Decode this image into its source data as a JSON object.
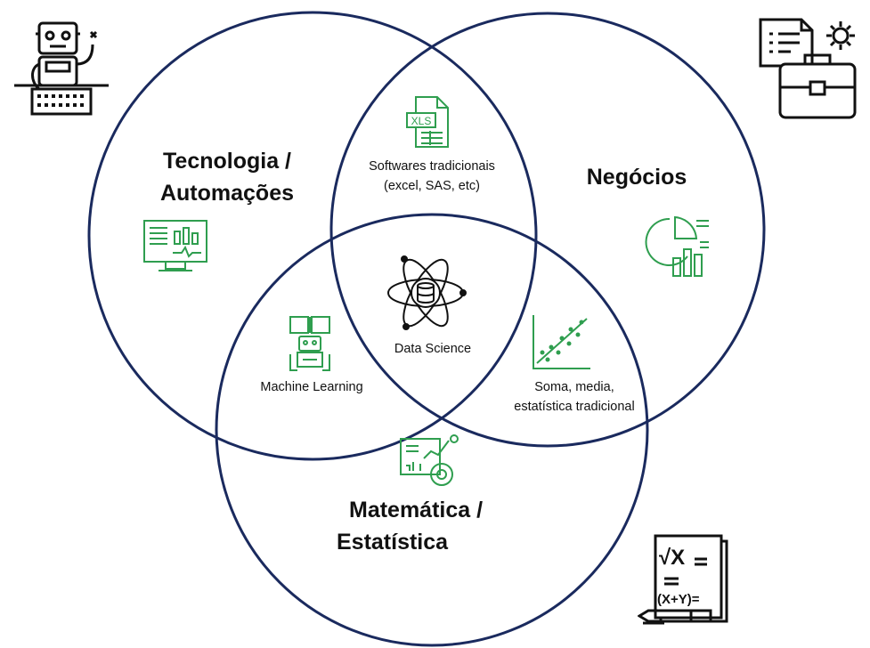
{
  "colors": {
    "circle": "#1a2a5e",
    "icon_green": "#2f9e4f",
    "icon_black": "#111111"
  },
  "circles": [
    {
      "id": "tecnologia",
      "title_lines": [
        "Tecnologia /",
        "Automações"
      ]
    },
    {
      "id": "negocios",
      "title_lines": [
        "Negócios"
      ]
    },
    {
      "id": "matematica",
      "title_lines": [
        "Matemática /",
        "Estatística"
      ]
    }
  ],
  "intersections": {
    "tec_neg": {
      "lines": [
        "Softwares tradicionais",
        "(excel, SAS, etc)"
      ],
      "icon": "xls-file-icon"
    },
    "all": {
      "lines": [
        "Data Science"
      ],
      "icon": "atom-database-icon"
    },
    "tec_mat": {
      "lines": [
        "Machine Learning"
      ],
      "icon": "robot-reading-icon"
    },
    "neg_mat": {
      "lines": [
        "Soma, media,",
        "estatística tradicional"
      ],
      "icon": "scatter-plot-icon"
    }
  },
  "icons": {
    "xls_text": "XLS",
    "math_sqrt": "√X",
    "math_expr": "(X+Y)="
  }
}
